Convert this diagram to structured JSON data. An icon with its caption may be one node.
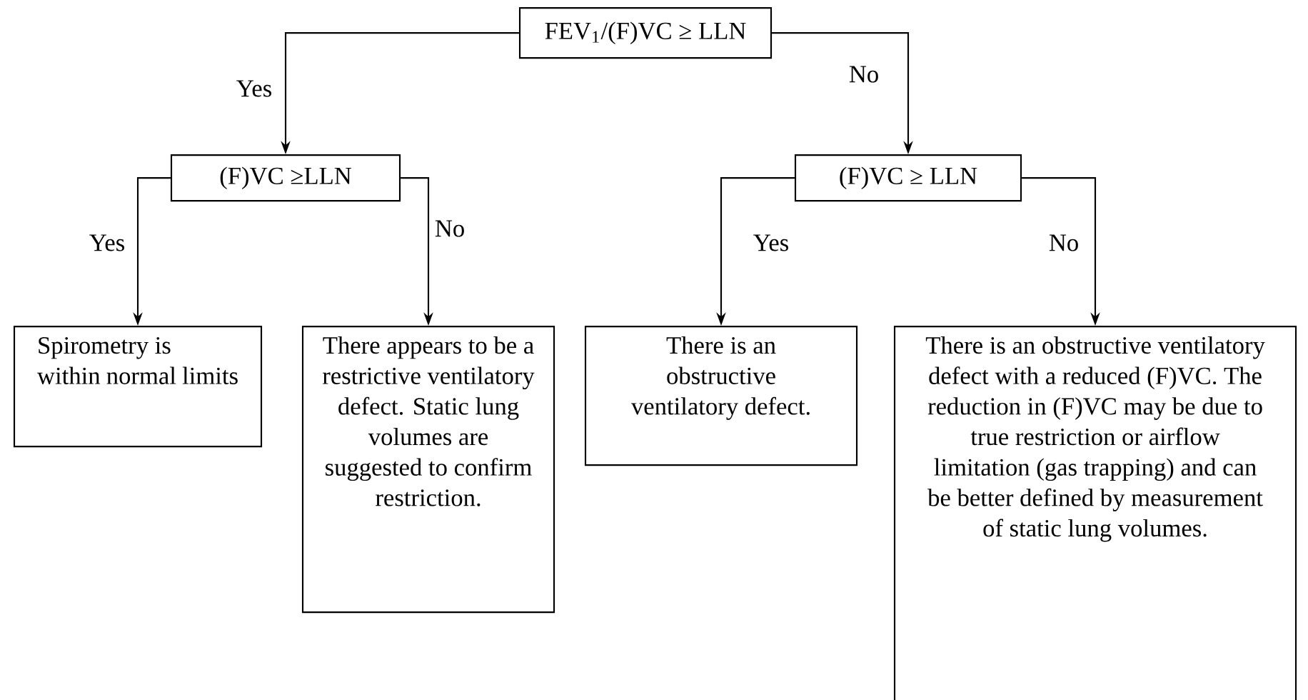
{
  "diagram": {
    "nodes": [
      {
        "text": [
          "FEV$_{1}$/(F)VC ≥ LLN"
        ]
      },
      {
        "text": [
          "(F)VC ≥LLN"
        ]
      },
      {
        "text": [
          "(F)VC ≥ LLN"
        ]
      },
      {
        "text": [
          "Spirometry is within normal limits"
        ]
      },
      {
        "text": [
          "There appears to be a restrictive ventilatory defect. Static lung volumes are suggested to confirm restriction."
        ]
      },
      {
        "text": [
          "There is an obstructive ventilatory defect."
        ]
      },
      {
        "text": [
          "There is an obstructive ventilatory defect with a reduced (F)VC.  The reduction in (F)VC may be due to true restriction or airflow limitation (gas trapping) and can be better defined by measurement of static lung volumes."
        ]
      }
    ],
    "edges": [
      {
        "from": 0,
        "to": 1,
        "arrow": "to",
        "label": "Yes"
      },
      {
        "from": 0,
        "to": 2,
        "arrow": "to",
        "label": "No"
      },
      {
        "from": 1,
        "to": 3,
        "arrow": "to",
        "label": "Yes"
      },
      {
        "from": 1,
        "to": 4,
        "arrow": "to",
        "label": "No"
      },
      {
        "from": 2,
        "to": 5,
        "arrow": "to",
        "label": "Yes"
      },
      {
        "from": 2,
        "to": 6,
        "arrow": "to",
        "label": "No"
      }
    ]
  }
}
